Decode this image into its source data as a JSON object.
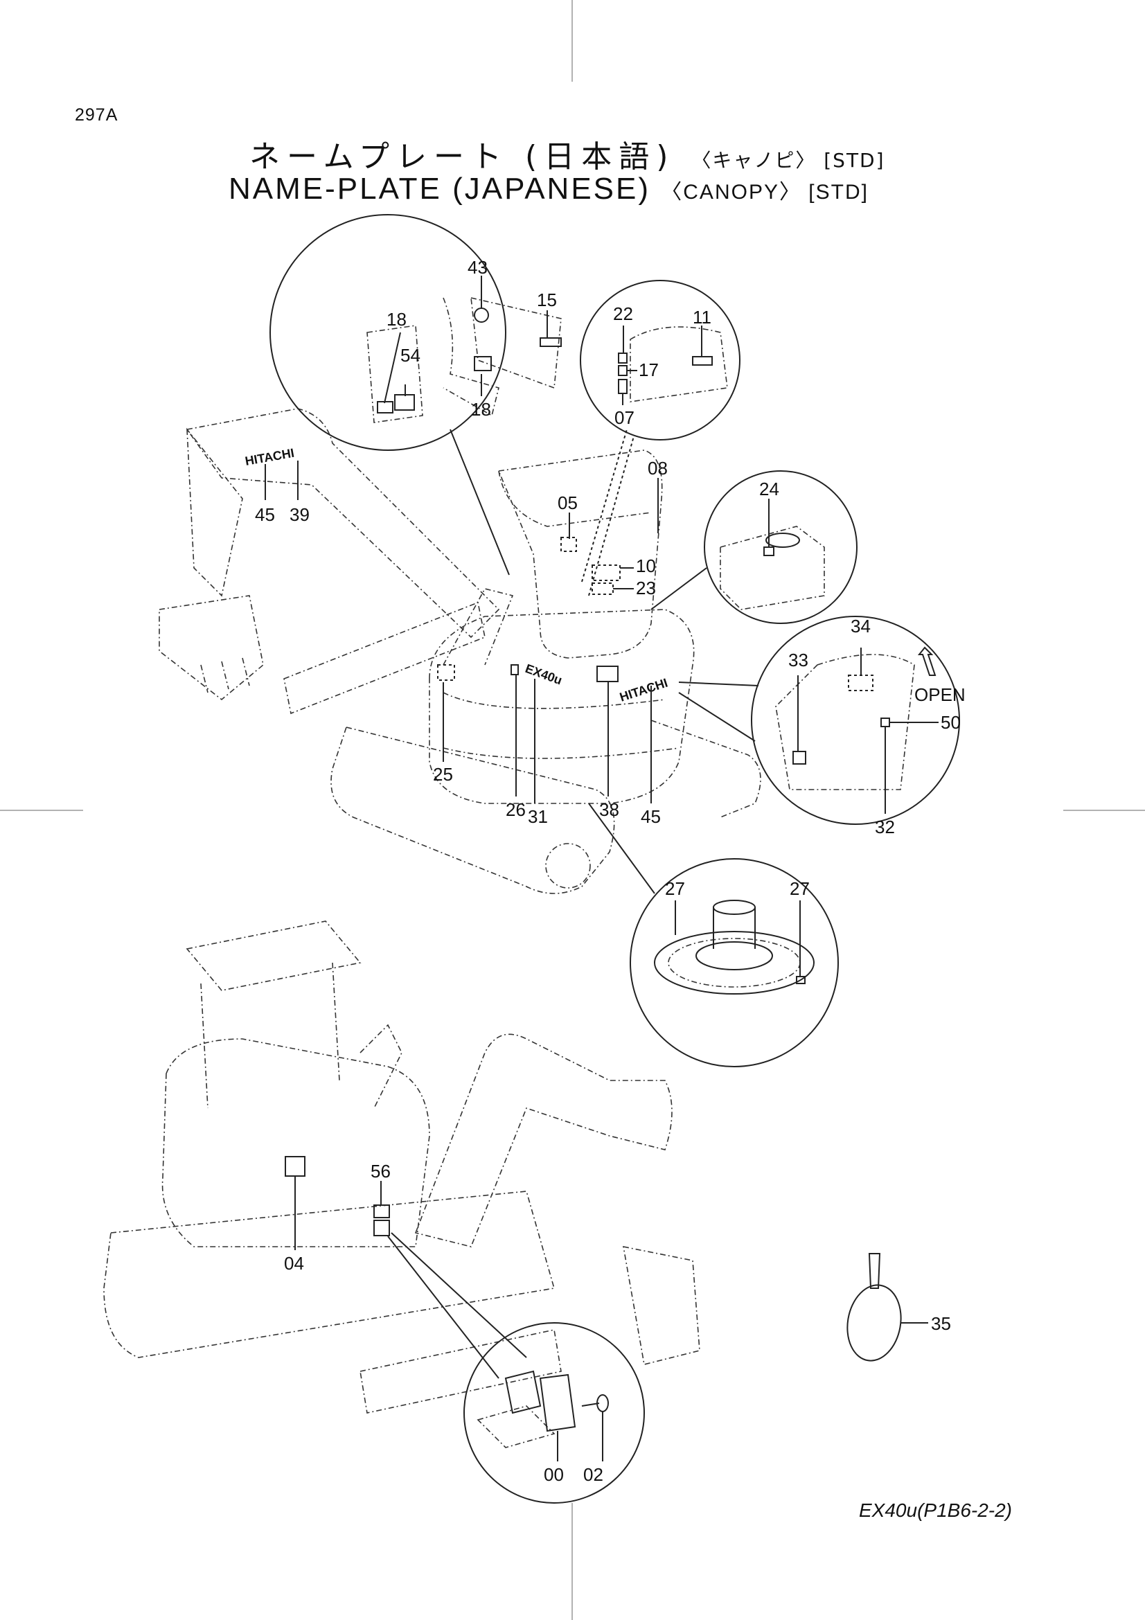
{
  "page": {
    "page_number": "297A",
    "title_jp": "ネームプレート (日本語)",
    "title_jp_suffix": "〈キャノピ〉 [STD]",
    "title_en": "NAME-PLATE (JAPANESE)",
    "title_en_suffix": "〈CANOPY〉 [STD]",
    "footer_code": "EX40u(P1B6-2-2)"
  },
  "callouts": {
    "c00": "00",
    "c02": "02",
    "c04": "04",
    "c05": "05",
    "c07": "07",
    "c08": "08",
    "c10": "10",
    "c11": "11",
    "c15": "15",
    "c17": "17",
    "c18a": "18",
    "c18b": "18",
    "c22": "22",
    "c23": "23",
    "c24": "24",
    "c25": "25",
    "c26": "26",
    "c27a": "27",
    "c27b": "27",
    "c31": "31",
    "c32": "32",
    "c33": "33",
    "c34": "34",
    "c35": "35",
    "c38": "38",
    "c39": "39",
    "c43": "43",
    "c45a": "45",
    "c45b": "45",
    "c50": "50",
    "c54": "54",
    "c56": "56"
  },
  "labels": {
    "open": "OPEN",
    "brand_boom": "HITACHI",
    "brand_body": "HITACHI",
    "model": "EX40u"
  }
}
